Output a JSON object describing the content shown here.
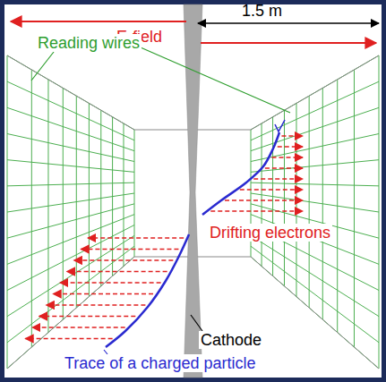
{
  "diagram": {
    "labels": [
      "1.5 m",
      "E-field",
      "Reading wires",
      "Drifting electrons",
      "Cathode",
      "Trace of a charged particle"
    ]
  }
}
